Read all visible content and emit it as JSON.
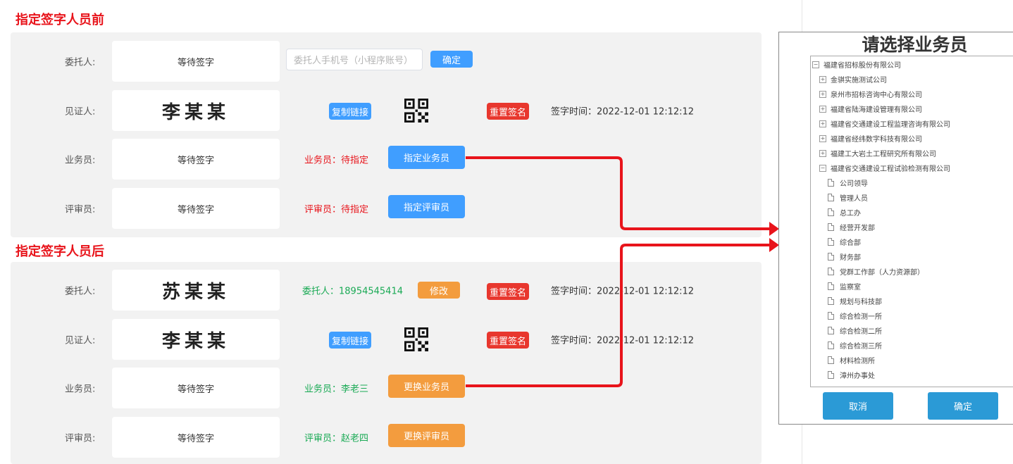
{
  "before": {
    "title": "指定签字人员前",
    "rows": [
      {
        "label": "委托人:",
        "box": "等待签字",
        "input_placeholder": "委托人手机号（小程序账号）",
        "confirm": "确定"
      },
      {
        "label": "见证人:",
        "signature": "李某某",
        "copy": "复制链接",
        "reset": "重置签名",
        "time": "签字时间：2022-12-01 12:12:12"
      },
      {
        "label": "业务员:",
        "box": "等待签字",
        "status": "业务员：待指定",
        "button": "指定业务员"
      },
      {
        "label": "评审员:",
        "box": "等待签字",
        "status": "评审员：待指定",
        "button": "指定评审员"
      }
    ]
  },
  "after": {
    "title": "指定签字人员后",
    "rows": [
      {
        "label": "委托人:",
        "signature": "苏某某",
        "status": "委托人：18954545414",
        "edit": "修改",
        "reset": "重置签名",
        "time": "签字时间：2022-12-01 12:12:12"
      },
      {
        "label": "见证人:",
        "signature": "李某某",
        "copy": "复制链接",
        "reset": "重置签名",
        "time": "签字时间：2022-12-01 12:12:12"
      },
      {
        "label": "业务员:",
        "box": "等待签字",
        "status": "业务员：李老三",
        "button": "更换业务员"
      },
      {
        "label": "评审员:",
        "box": "等待签字",
        "status": "评审员：赵老四",
        "button": "更换评审员"
      }
    ]
  },
  "dialog": {
    "title": "请选择业务员",
    "cancel": "取消",
    "confirm": "确定",
    "tree": {
      "root": "福建省招标股份有限公司",
      "companies": [
        "金骐实施测试公司",
        "泉州市招标咨询中心有限公司",
        "福建省陆海建设管理有限公司",
        "福建省交通建设工程监理咨询有限公司",
        "福建省经纬数字科技有限公司",
        "福建工大岩土工程研究所有限公司",
        "福建省交通建设工程试验检测有限公司"
      ],
      "departments": [
        "公司领导",
        "管理人员",
        "总工办",
        "经营开发部",
        "综合部",
        "财务部",
        "党群工作部（人力资源部）",
        "监察室",
        "规划与科技部",
        "综合检测一所",
        "综合检测二所",
        "综合检测三所",
        "材料检测所",
        "漳州办事处"
      ]
    }
  },
  "colors": {
    "blue": "#409eff",
    "orange": "#f39c3e",
    "red": "#e8372e",
    "status_red": "#e8141b",
    "status_green": "#1aaa55",
    "dialog_button": "#2b9ad6"
  }
}
